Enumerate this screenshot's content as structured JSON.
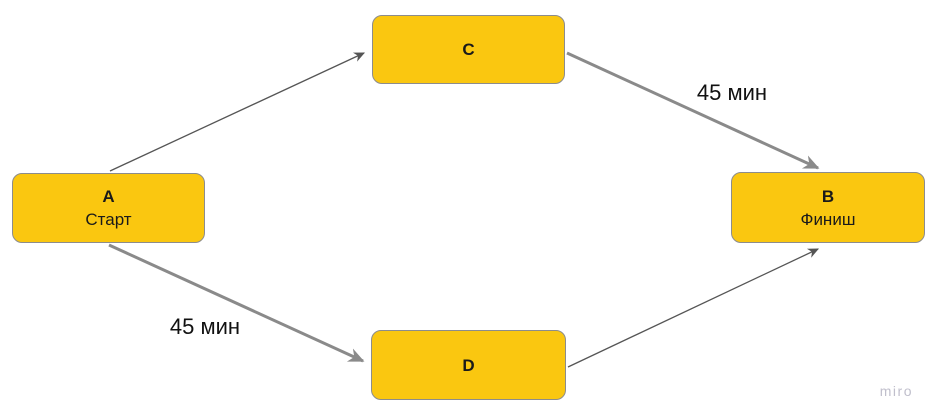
{
  "board": {
    "watermark": "miro"
  },
  "nodes": [
    {
      "id": "A",
      "title": "A",
      "subtitle": "Старт"
    },
    {
      "id": "C",
      "title": "C",
      "subtitle": ""
    },
    {
      "id": "B",
      "title": "B",
      "subtitle": "Финиш"
    },
    {
      "id": "D",
      "title": "D",
      "subtitle": ""
    }
  ],
  "edges": [
    {
      "from": "A",
      "to": "C",
      "label": "",
      "style": "thin"
    },
    {
      "from": "C",
      "to": "B",
      "label": "45 мин",
      "style": "thick"
    },
    {
      "from": "A",
      "to": "D",
      "label": "45 мин",
      "style": "thick"
    },
    {
      "from": "D",
      "to": "B",
      "label": "",
      "style": "thin"
    }
  ],
  "colors": {
    "bg": "#ffffff",
    "node_fill": "#fac710",
    "node_border": "#8c8c8c",
    "edge_thick": "#8a8a8a",
    "edge_thin": "#555555",
    "watermark": "#c0bfcc"
  }
}
